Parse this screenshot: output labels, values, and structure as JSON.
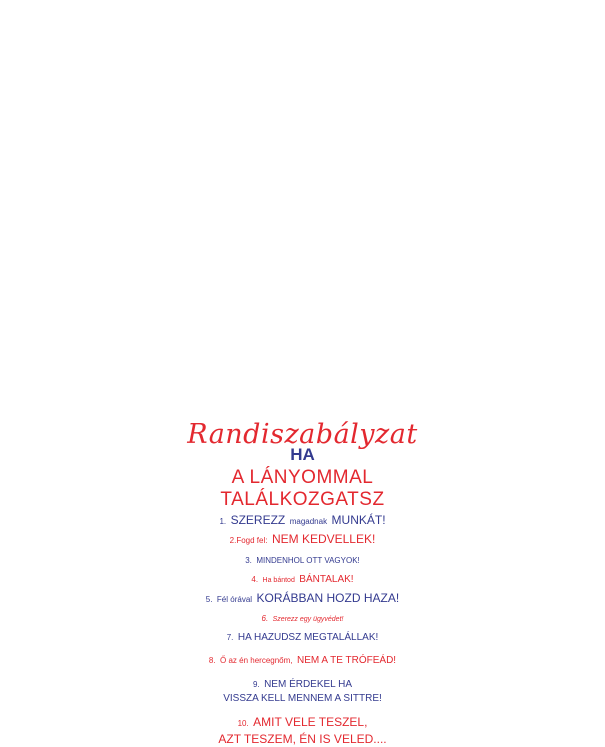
{
  "colors": {
    "red": "#e3282f",
    "blue": "#333a8f"
  },
  "title": "Randiszabályzat",
  "line_ha": "HA",
  "line_2": "A LÁNYOMMAL",
  "line_3": "TALÁLKOZGATSZ",
  "rules": [
    {
      "num": "1.",
      "a": "SZEREZZ",
      "b": "magadnak",
      "c": "MUNKÁT!"
    },
    {
      "num": "2.",
      "a": "Fogd fel:",
      "b": "NEM KEDVELLEK!"
    },
    {
      "num": "3.",
      "a": "MINDENHOL OTT VAGYOK!"
    },
    {
      "num": "4.",
      "a": "Ha bántod",
      "b": "BÁNTALAK!"
    },
    {
      "num": "5.",
      "a": "Fél órával",
      "b": "KORÁBBAN HOZD HAZA!"
    },
    {
      "num": "6.",
      "a": "Szerezz egy ügyvédet!"
    },
    {
      "num": "7.",
      "a": "HA HAZUDSZ MEGTALÁLLAK!"
    },
    {
      "num": "8.",
      "a": "Ő az én hercegnőm,",
      "b": "NEM A TE TRÓFEÁD!"
    },
    {
      "num": "9.",
      "a": "NEM ÉRDEKEL HA",
      "b": "VISSZA KELL MENNEM A SITTRE!"
    },
    {
      "num": "10.",
      "a": "AMIT VELE TESZEL,",
      "b": "AZT TESZEM, ÉN IS VELED...."
    }
  ]
}
